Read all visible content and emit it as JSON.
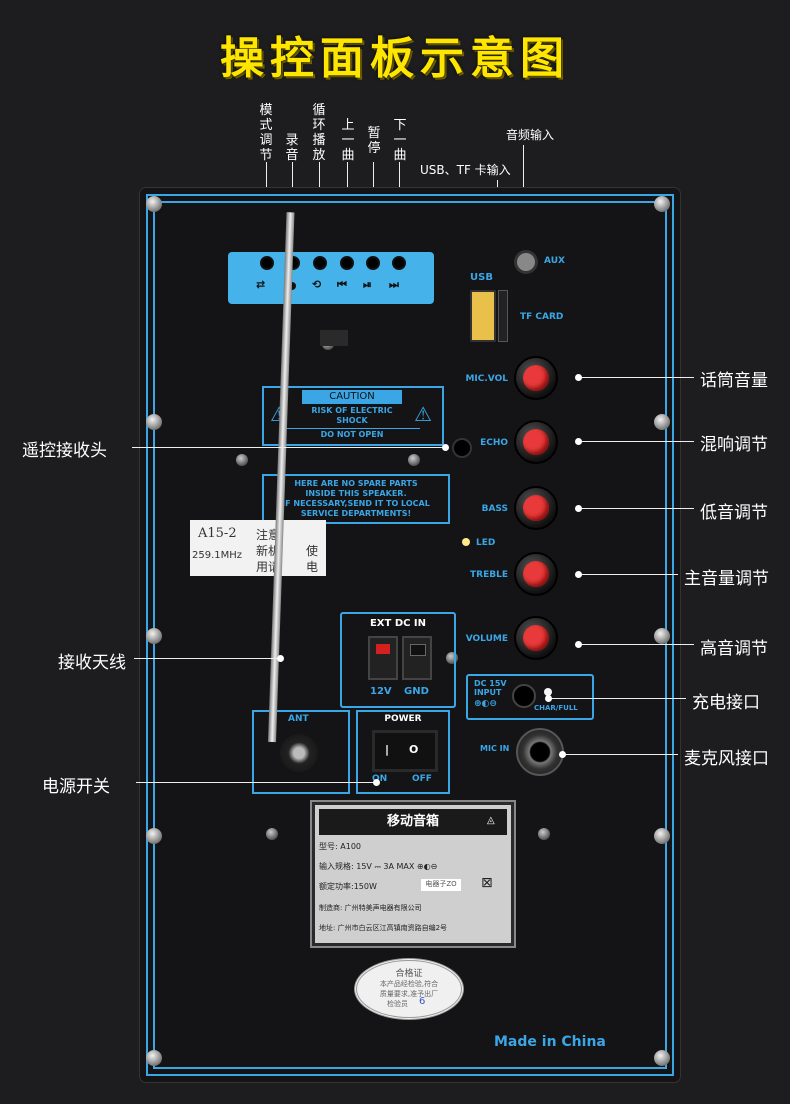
{
  "title": "操控面板示意图",
  "top_labels": {
    "mode": "模式调节",
    "record": "录音",
    "loop": "循环播放",
    "prev": "上一曲",
    "pause": "暂停",
    "next": "下一曲",
    "usb_tf": "USB、TF 卡输入",
    "audio_in": "音频输入"
  },
  "callouts": {
    "remote": "遥控接收头",
    "antenna": "接收天线",
    "power_switch": "电源开关",
    "mic_volume": "话筒音量",
    "echo": "混响调节",
    "bass": "低音调节",
    "master": "主音量调节",
    "treble": "高音调节",
    "charge": "充电接口",
    "mic_jack": "麦克风接口"
  },
  "panel": {
    "aux": "AUX",
    "usb": "USB",
    "tf_card": "TF CARD",
    "knobs": [
      "MIC.VOL",
      "ECHO",
      "BASS",
      "TREBLE",
      "VOLUME"
    ],
    "led": "LED",
    "caution_title": "CAUTION",
    "caution_l1": "RISK OF ELECTRIC",
    "caution_l2": "SHOCK",
    "caution_l3": "DO NOT OPEN",
    "spare_l1": "HERE ARE NO SPARE PARTS",
    "spare_l2": "INSIDE THIS SPEAKER.",
    "spare_l3": "IF NECESSARY,SEND IT TO LOCAL",
    "spare_l4": "SERVICE DEPARTMENTS!",
    "sticker_model": "A15-2",
    "sticker_freq": "259.1MHz",
    "sticker_cn1": "注意",
    "sticker_cn2": "新机",
    "sticker_cn3": "使",
    "sticker_cn4": "用请",
    "sticker_cn5": "电",
    "ext_dc": "EXT DC IN",
    "v12": "12V",
    "gnd": "GND",
    "dc15": "DC 15V",
    "input": "INPUT",
    "char_full": "CHAR/FULL",
    "mic_in": "MIC IN",
    "power": "POWER",
    "on": "ON",
    "off": "OFF",
    "ant": "ANT",
    "made_in": "Made in China"
  },
  "nameplate": {
    "title": "移动音箱",
    "model_label": "型号:",
    "model": "A100",
    "input_label": "输入规格:",
    "input": "15V ⎓ 3A MAX",
    "power_label": "额定功率:",
    "power": "150W",
    "power_note": "电器子ZO",
    "maker_label": "制造商:",
    "maker": "广州特美声电器有限公司",
    "addr_label": "地址:",
    "addr": "广州市白云区江高镇南资路自编2号"
  },
  "certificate": {
    "title": "合格证",
    "line1": "本产品经检验,符合",
    "line2": "质量要求,准予出厂",
    "line3": "检验员",
    "inspector": "6"
  }
}
